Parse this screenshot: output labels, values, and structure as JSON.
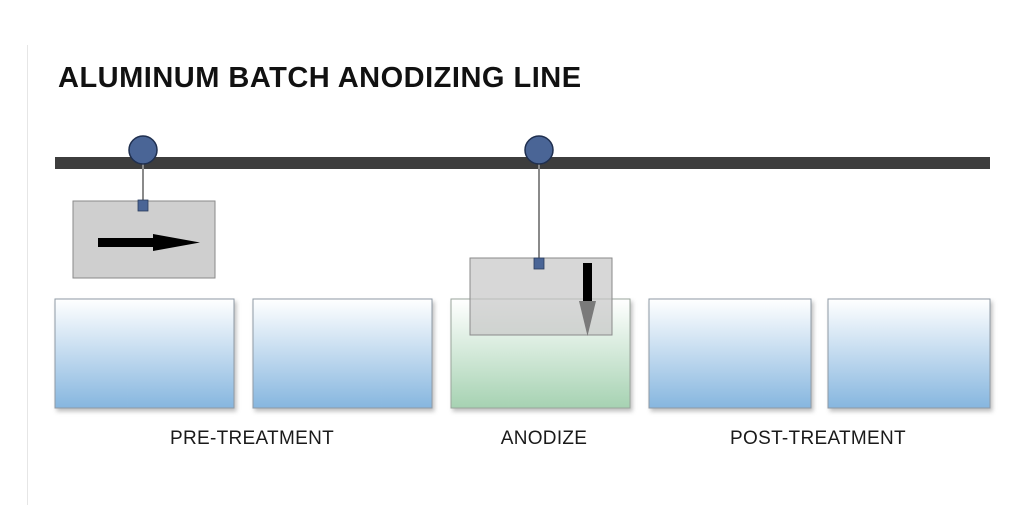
{
  "title": "ALUMINUM BATCH ANODIZING LINE",
  "colors": {
    "rail": "#3d3d3d",
    "trolley": "#4a6596",
    "trolley_stroke": "#1f2f4f",
    "rack_fill": "#cfcfcf",
    "rack_stroke": "#8a8a8a",
    "hanger": "#8a8a8a",
    "tank_top": "#ffffff",
    "tank_bottom_blue": "#86b6df",
    "tank_bottom_green": "#a6d2b2",
    "arrow": "#000000",
    "arrow_head_down": "#7a7a7a"
  },
  "stages": [
    {
      "label": "PRE-TREATMENT",
      "tanks": [
        "rinse-tank-1",
        "rinse-tank-2"
      ],
      "liquid": "blue"
    },
    {
      "label": "ANODIZE",
      "tanks": [
        "anodize-tank"
      ],
      "liquid": "green"
    },
    {
      "label": "POST-TREATMENT",
      "tanks": [
        "post-tank-1",
        "post-tank-2"
      ],
      "liquid": "blue"
    }
  ],
  "racks": [
    {
      "name": "transfer-rack",
      "motion": "right"
    },
    {
      "name": "immersion-rack",
      "motion": "down"
    }
  ]
}
